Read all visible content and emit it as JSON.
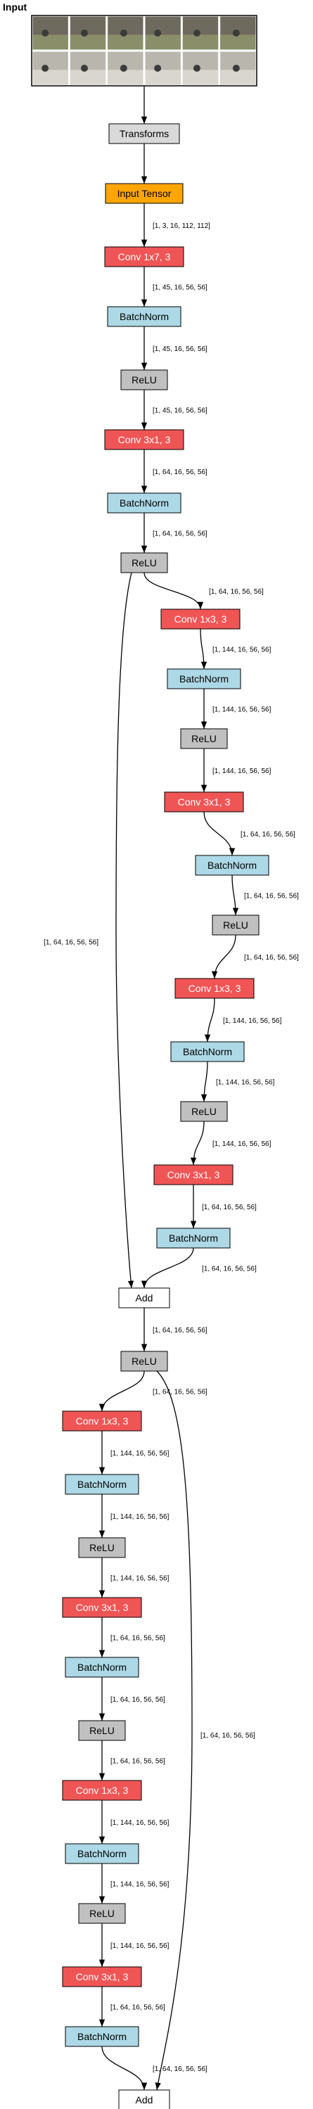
{
  "title": "Input",
  "thumbnails": {
    "count": 12,
    "colors": {
      "sky": "#b9b6ae",
      "ground": "#6f6a5e",
      "path": "#d9d6cf",
      "grass": "#8a8f6a",
      "frame": "#000000"
    }
  },
  "colors": {
    "conv": "#f05555",
    "batchnorm": "#add8e6",
    "relu": "#c0c0c0",
    "input": "#ffa500",
    "plain": "#d9d9d9",
    "add": "#ffffff",
    "edge": "#000000",
    "conv_text": "#ffffff",
    "dark_text": "#000000"
  },
  "nodes": [
    {
      "id": "transforms",
      "label": "Transforms",
      "kind": "plain"
    },
    {
      "id": "input_tensor",
      "label": "Input Tensor",
      "kind": "input"
    },
    {
      "id": "conv1",
      "label": "Conv 1x7, 3",
      "kind": "conv"
    },
    {
      "id": "bn1",
      "label": "BatchNorm",
      "kind": "batchnorm"
    },
    {
      "id": "relu1",
      "label": "ReLU",
      "kind": "relu"
    },
    {
      "id": "conv2",
      "label": "Conv 3x1, 3",
      "kind": "conv"
    },
    {
      "id": "bn2",
      "label": "BatchNorm",
      "kind": "batchnorm"
    },
    {
      "id": "relu2",
      "label": "ReLU",
      "kind": "relu"
    },
    {
      "id": "conv3",
      "label": "Conv 1x3, 3",
      "kind": "conv"
    },
    {
      "id": "bn3",
      "label": "BatchNorm",
      "kind": "batchnorm"
    },
    {
      "id": "relu3",
      "label": "ReLU",
      "kind": "relu"
    },
    {
      "id": "conv4",
      "label": "Conv 3x1, 3",
      "kind": "conv"
    },
    {
      "id": "bn4",
      "label": "BatchNorm",
      "kind": "batchnorm"
    },
    {
      "id": "relu4",
      "label": "ReLU",
      "kind": "relu"
    },
    {
      "id": "conv5",
      "label": "Conv 1x3, 3",
      "kind": "conv"
    },
    {
      "id": "bn5",
      "label": "BatchNorm",
      "kind": "batchnorm"
    },
    {
      "id": "relu5",
      "label": "ReLU",
      "kind": "relu"
    },
    {
      "id": "conv6",
      "label": "Conv 3x1, 3",
      "kind": "conv"
    },
    {
      "id": "bn6",
      "label": "BatchNorm",
      "kind": "batchnorm"
    },
    {
      "id": "add1",
      "label": "Add",
      "kind": "add"
    },
    {
      "id": "relu6",
      "label": "ReLU",
      "kind": "relu"
    },
    {
      "id": "conv7",
      "label": "Conv 1x3, 3",
      "kind": "conv"
    },
    {
      "id": "bn7",
      "label": "BatchNorm",
      "kind": "batchnorm"
    },
    {
      "id": "relu7",
      "label": "ReLU",
      "kind": "relu"
    },
    {
      "id": "conv8",
      "label": "Conv 3x1, 3",
      "kind": "conv"
    },
    {
      "id": "bn8",
      "label": "BatchNorm",
      "kind": "batchnorm"
    },
    {
      "id": "relu8",
      "label": "ReLU",
      "kind": "relu"
    },
    {
      "id": "conv9",
      "label": "Conv 1x3, 3",
      "kind": "conv"
    },
    {
      "id": "bn9",
      "label": "BatchNorm",
      "kind": "batchnorm"
    },
    {
      "id": "relu9",
      "label": "ReLU",
      "kind": "relu"
    },
    {
      "id": "conv10",
      "label": "Conv 3x1, 3",
      "kind": "conv"
    },
    {
      "id": "bn10",
      "label": "BatchNorm",
      "kind": "batchnorm"
    },
    {
      "id": "add2",
      "label": "Add",
      "kind": "add"
    }
  ],
  "edges": [
    {
      "from": "image",
      "to": "transforms",
      "label": ""
    },
    {
      "from": "transforms",
      "to": "input_tensor",
      "label": ""
    },
    {
      "from": "input_tensor",
      "to": "conv1",
      "label": "[1, 3, 16, 112, 112]"
    },
    {
      "from": "conv1",
      "to": "bn1",
      "label": "[1, 45, 16, 56, 56]"
    },
    {
      "from": "bn1",
      "to": "relu1",
      "label": "[1, 45, 16, 56, 56]"
    },
    {
      "from": "relu1",
      "to": "conv2",
      "label": "[1, 45, 16, 56, 56]"
    },
    {
      "from": "conv2",
      "to": "bn2",
      "label": "[1, 64, 16, 56, 56]"
    },
    {
      "from": "bn2",
      "to": "relu2",
      "label": "[1, 64, 16, 56, 56]"
    },
    {
      "from": "relu2",
      "to": "conv3",
      "label": "[1, 64, 16, 56, 56]"
    },
    {
      "from": "conv3",
      "to": "bn3",
      "label": "[1, 144, 16, 56, 56]"
    },
    {
      "from": "bn3",
      "to": "relu3",
      "label": "[1, 144, 16, 56, 56]"
    },
    {
      "from": "relu3",
      "to": "conv4",
      "label": "[1, 144, 16, 56, 56]"
    },
    {
      "from": "conv4",
      "to": "bn4",
      "label": "[1, 64, 16, 56, 56]"
    },
    {
      "from": "bn4",
      "to": "relu4",
      "label": "[1, 64, 16, 56, 56]"
    },
    {
      "from": "relu4",
      "to": "conv5",
      "label": "[1, 64, 16, 56, 56]"
    },
    {
      "from": "conv5",
      "to": "bn5",
      "label": "[1, 144, 16, 56, 56]"
    },
    {
      "from": "bn5",
      "to": "relu5",
      "label": "[1, 144, 16, 56, 56]"
    },
    {
      "from": "relu5",
      "to": "conv6",
      "label": "[1, 144, 16, 56, 56]"
    },
    {
      "from": "conv6",
      "to": "bn6",
      "label": "[1, 64, 16, 56, 56]"
    },
    {
      "from": "bn6",
      "to": "add1",
      "label": "[1, 64, 16, 56, 56]"
    },
    {
      "from": "relu2",
      "to": "add1",
      "label": "[1, 64, 16, 56, 56]"
    },
    {
      "from": "add1",
      "to": "relu6",
      "label": "[1, 64, 16, 56, 56]"
    },
    {
      "from": "relu6",
      "to": "conv7",
      "label": "[1, 64, 16, 56, 56]"
    },
    {
      "from": "conv7",
      "to": "bn7",
      "label": "[1, 144, 16, 56, 56]"
    },
    {
      "from": "bn7",
      "to": "relu7",
      "label": "[1, 144, 16, 56, 56]"
    },
    {
      "from": "relu7",
      "to": "conv8",
      "label": "[1, 144, 16, 56, 56]"
    },
    {
      "from": "conv8",
      "to": "bn8",
      "label": "[1, 64, 16, 56, 56]"
    },
    {
      "from": "bn8",
      "to": "relu8",
      "label": "[1, 64, 16, 56, 56]"
    },
    {
      "from": "relu8",
      "to": "conv9",
      "label": "[1, 64, 16, 56, 56]"
    },
    {
      "from": "conv9",
      "to": "bn9",
      "label": "[1, 144, 16, 56, 56]"
    },
    {
      "from": "bn9",
      "to": "relu9",
      "label": "[1, 144, 16, 56, 56]"
    },
    {
      "from": "relu9",
      "to": "conv10",
      "label": "[1, 144, 16, 56, 56]"
    },
    {
      "from": "conv10",
      "to": "bn10",
      "label": "[1, 64, 16, 56, 56]"
    },
    {
      "from": "bn10",
      "to": "add2",
      "label": "[1, 64, 16, 56, 56]"
    },
    {
      "from": "relu6",
      "to": "add2",
      "label": "[1, 64, 16, 56, 56]"
    }
  ]
}
